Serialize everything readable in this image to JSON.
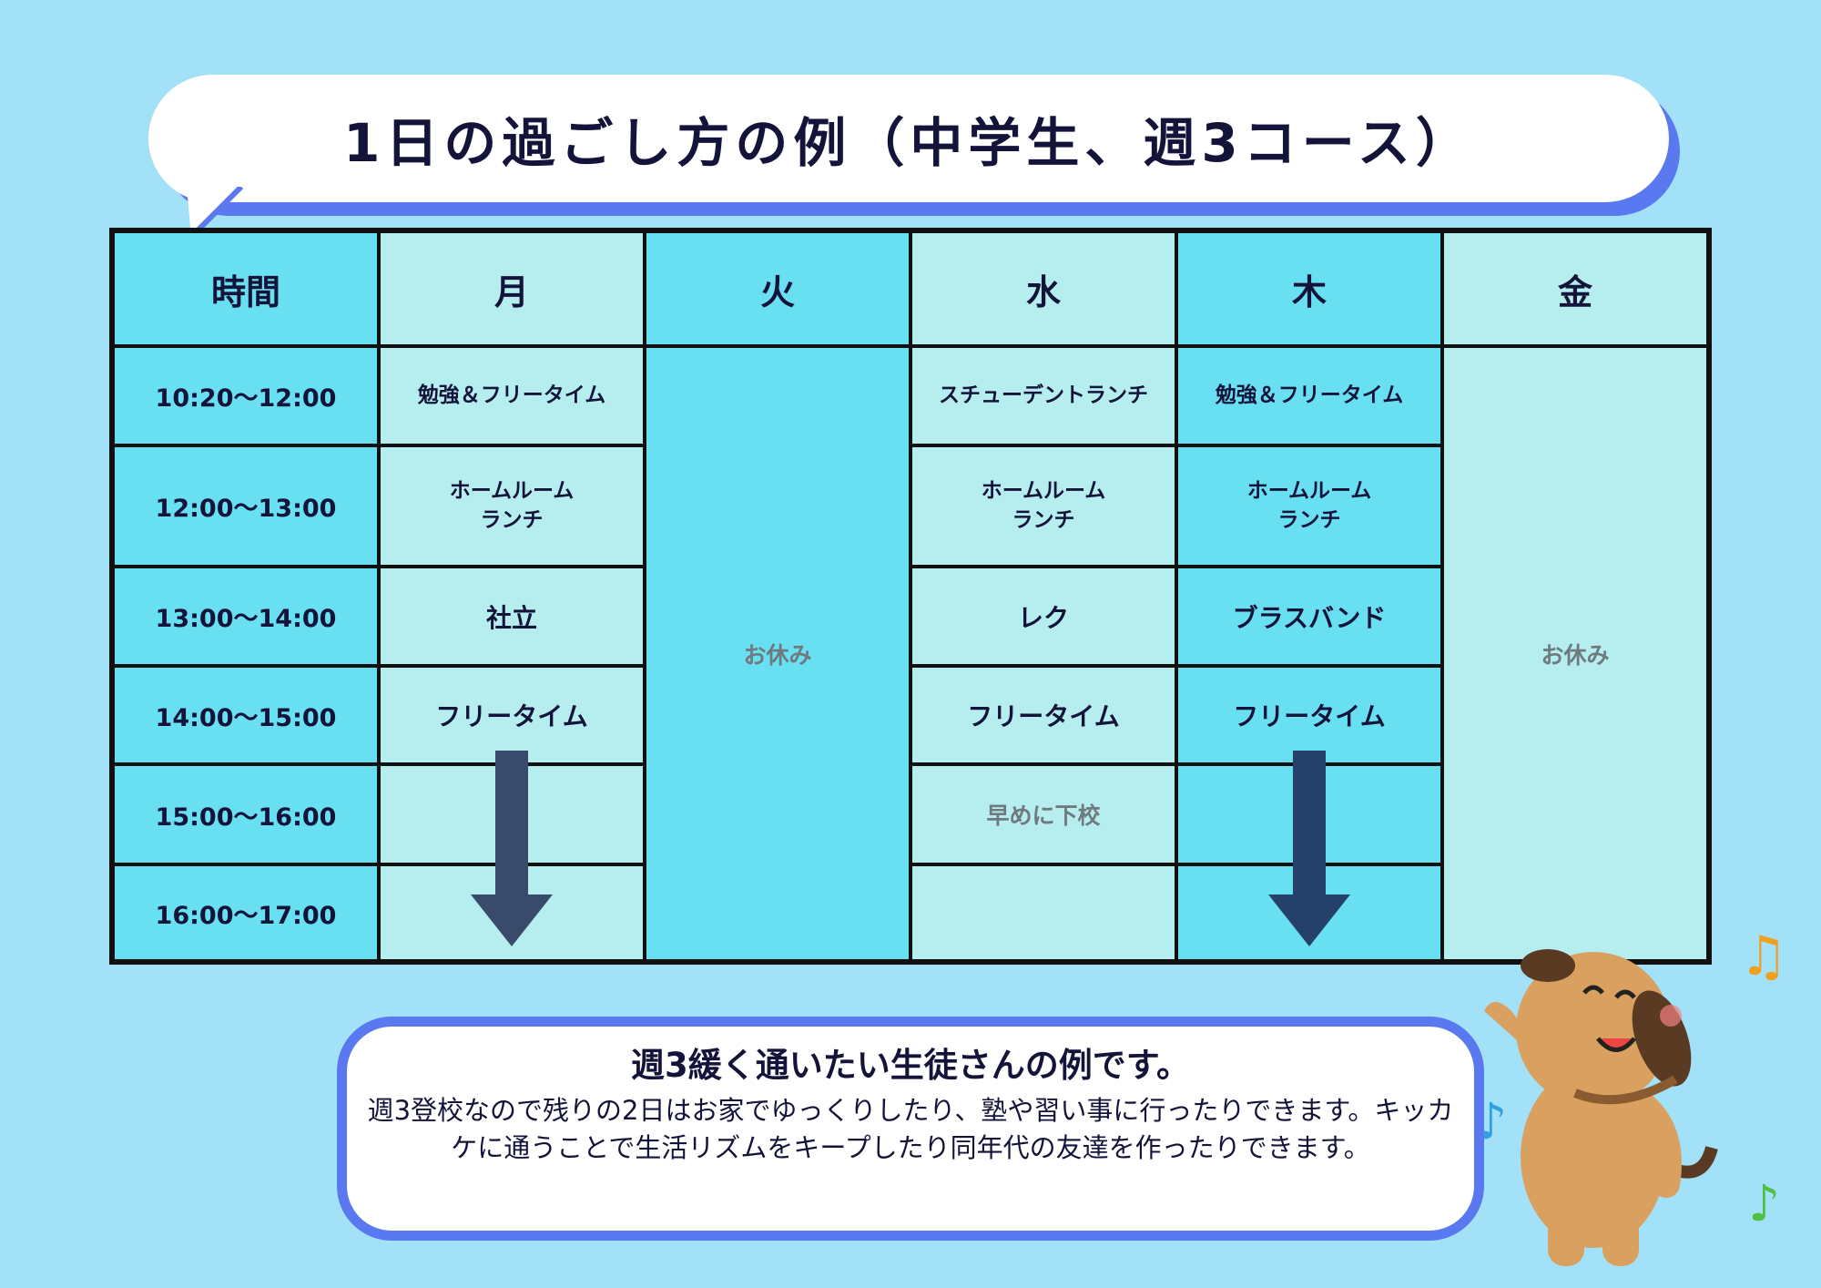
{
  "title": "1日の過ごし方の例（中学生、週3コース）",
  "table": {
    "headers": [
      "時間",
      "月",
      "火",
      "水",
      "木",
      "金"
    ],
    "times": [
      "10:20〜12:00",
      "12:00〜13:00",
      "13:00〜14:00",
      "14:00〜15:00",
      "15:00〜16:00",
      "16:00〜17:00"
    ],
    "mon": [
      "勉強＆フリータイム",
      "ホームルーム\nランチ",
      "社立",
      "フリータイム"
    ],
    "tue": "お休み",
    "wed": [
      "スチューデントランチ",
      "ホームルーム\nランチ",
      "レク",
      "フリータイム",
      "早めに下校"
    ],
    "thu": [
      "勉強＆フリータイム",
      "ホームルーム\nランチ",
      "ブラスバンド",
      "フリータイム"
    ],
    "fri": "お休み"
  },
  "note": {
    "heading": "週3緩く通いたい生徒さんの例です。",
    "body": "週3登校なので残りの2日はお家でゆっくりしたり、塾や習い事に行ったりできます。キッカケに通うことで生活リズムをキープしたり同年代の友達を作ったりできます。"
  },
  "colors": {
    "background": "#a2e1f7",
    "dark_cell": "#69e0f2",
    "light_cell": "#b6eef0",
    "accent": "#5a78f0",
    "arrow": "#2c4468"
  }
}
